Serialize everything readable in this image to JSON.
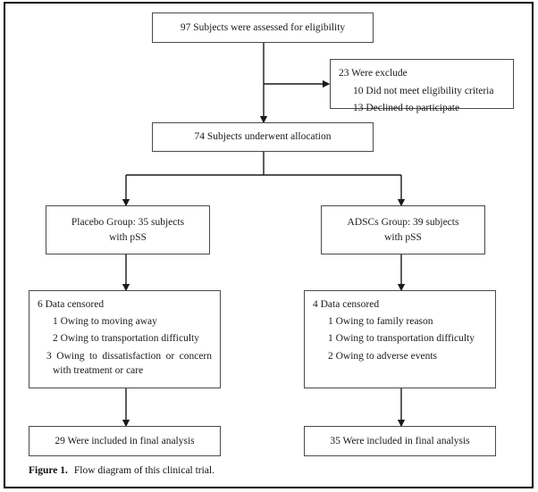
{
  "figure": {
    "caption_label": "Figure 1.",
    "caption_text": "Flow diagram of this clinical trial.",
    "border_color": "#000000",
    "box_border_color": "#4a4a4a",
    "connector_color": "#1a1a1a"
  },
  "nodes": {
    "enrollment": {
      "text": "97 Subjects were assessed for eligibility"
    },
    "excluded": {
      "head": "23 Were exclude",
      "items": [
        "10 Did not meet eligibility criteria",
        "13 Declined to participate"
      ]
    },
    "allocation": {
      "text": "74 Subjects underwent allocation"
    },
    "placebo_group": {
      "line1": "Placebo Group: 35 subjects",
      "line2": "with pSS"
    },
    "adscs_group": {
      "line1": "ADSCs Group: 39 subjects",
      "line2": "with pSS"
    },
    "placebo_censored": {
      "head": "6 Data censored",
      "items": [
        "1 Owing to moving away",
        "2 Owing to transportation difficulty",
        "3 Owing to dissatisfaction or concern with treatment or care"
      ]
    },
    "adscs_censored": {
      "head": "4 Data censored",
      "items": [
        "1 Owing to family reason",
        "1 Owing to transportation difficulty",
        "2 Owing to adverse events"
      ]
    },
    "placebo_final": {
      "text": "29 Were included in final analysis"
    },
    "adscs_final": {
      "text": "35 Were included in final analysis"
    }
  },
  "chart_data": {
    "type": "diagram",
    "title": "Flow diagram of this clinical trial.",
    "diagram_kind": "CONSORT participant flow",
    "nodes": [
      {
        "id": "enrollment",
        "label": "97 Subjects were assessed for eligibility",
        "count": 97
      },
      {
        "id": "excluded",
        "label": "23 Were exclude",
        "count": 23,
        "breakdown": [
          {
            "label": "Did not meet eligibility criteria",
            "count": 10
          },
          {
            "label": "Declined to participate",
            "count": 13
          }
        ]
      },
      {
        "id": "allocation",
        "label": "74 Subjects underwent allocation",
        "count": 74
      },
      {
        "id": "placebo_group",
        "label": "Placebo Group: 35 subjects with pSS",
        "count": 35
      },
      {
        "id": "adscs_group",
        "label": "ADSCs Group: 39 subjects with pSS",
        "count": 39
      },
      {
        "id": "placebo_censored",
        "label": "6 Data censored",
        "count": 6,
        "breakdown": [
          {
            "label": "Owing to moving away",
            "count": 1
          },
          {
            "label": "Owing to transportation difficulty",
            "count": 2
          },
          {
            "label": "Owing to dissatisfaction or concern with treatment or care",
            "count": 3
          }
        ]
      },
      {
        "id": "adscs_censored",
        "label": "4 Data censored",
        "count": 4,
        "breakdown": [
          {
            "label": "Owing to family reason",
            "count": 1
          },
          {
            "label": "Owing to transportation difficulty",
            "count": 1
          },
          {
            "label": "Owing to adverse events",
            "count": 2
          }
        ]
      },
      {
        "id": "placebo_final",
        "label": "29 Were included in final analysis",
        "count": 29
      },
      {
        "id": "adscs_final",
        "label": "35 Were included in final analysis",
        "count": 35
      }
    ],
    "edges": [
      {
        "from": "enrollment",
        "to": "excluded"
      },
      {
        "from": "enrollment",
        "to": "allocation"
      },
      {
        "from": "allocation",
        "to": "placebo_group"
      },
      {
        "from": "allocation",
        "to": "adscs_group"
      },
      {
        "from": "placebo_group",
        "to": "placebo_censored"
      },
      {
        "from": "adscs_group",
        "to": "adscs_censored"
      },
      {
        "from": "placebo_censored",
        "to": "placebo_final"
      },
      {
        "from": "adscs_censored",
        "to": "adscs_final"
      }
    ]
  }
}
